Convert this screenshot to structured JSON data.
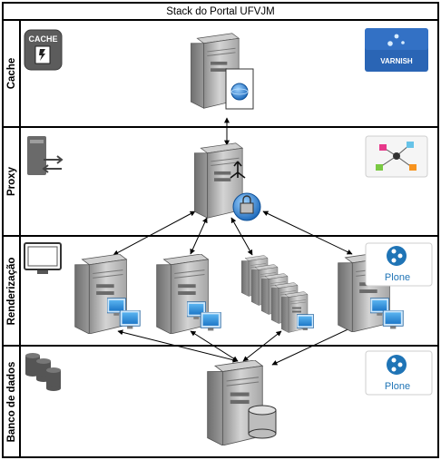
{
  "title": "Stack do Portal UFVJM",
  "lanes": {
    "cache": "Cache",
    "proxy": "Proxy",
    "render": "Renderização",
    "db": "Banco de dados"
  },
  "badges": {
    "cache_icon_text": "CACHE",
    "varnish_logo": "VARNISH",
    "plone_logo": "Plone"
  },
  "colors": {
    "server_gray": "#b9b9b9",
    "monitor_blue": "#2d8fd4",
    "varnish_blue": "#2a65b5",
    "plone_blue": "#1f74b6",
    "globe_blue": "#2a7ed6"
  }
}
